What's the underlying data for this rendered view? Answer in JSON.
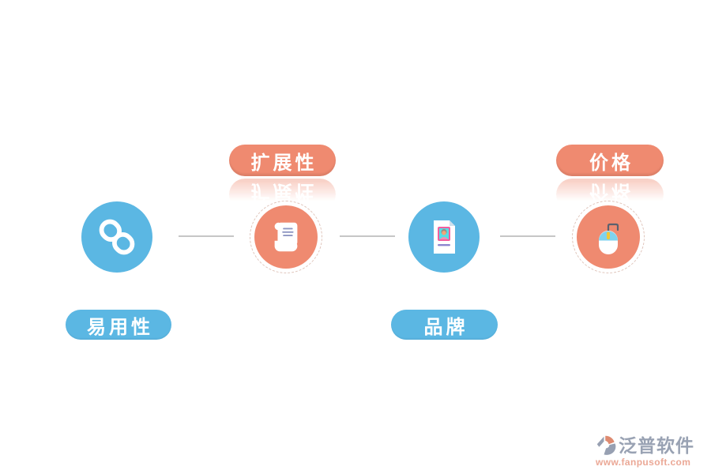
{
  "diagram": {
    "nodes": [
      {
        "id": "ease-of-use",
        "icon": "chain-link-icon",
        "circle_color": "#5bb7e3",
        "label": "易用性",
        "label_color": "#5bb7e3",
        "label_position": "bottom"
      },
      {
        "id": "expandability",
        "icon": "scroll-icon",
        "circle_color": "#ef8a70",
        "label": "扩展性",
        "label_color": "#ef8a70",
        "label_position": "top"
      },
      {
        "id": "brand",
        "icon": "id-card-icon",
        "circle_color": "#5bb7e3",
        "label": "品牌",
        "label_color": "#5bb7e3",
        "label_position": "bottom"
      },
      {
        "id": "price",
        "icon": "mouse-icon",
        "circle_color": "#ef8a70",
        "label": "价格",
        "label_color": "#ef8a70",
        "label_position": "top"
      }
    ],
    "connector_color": "#c6c6c6"
  },
  "branding": {
    "company": "泛普软件",
    "website": "www.fanpusoft.com"
  },
  "colors": {
    "blue": "#5bb7e3",
    "orange": "#ef8a70",
    "background": "#ffffff"
  }
}
